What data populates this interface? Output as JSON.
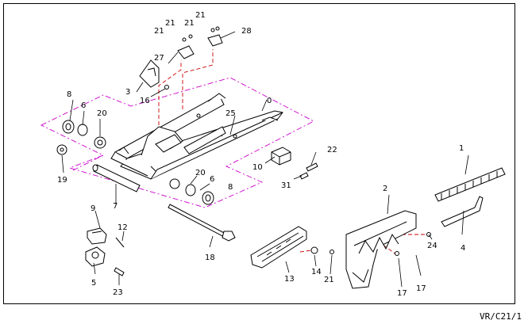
{
  "diagram": {
    "reference_code": "VR/C21/1",
    "part_labels": {
      "p0": "0",
      "p1": "1",
      "p2": "2",
      "p3": "3",
      "p4": "4",
      "p5": "5",
      "p6a": "6",
      "p6b": "6",
      "p7": "7",
      "p8a": "8",
      "p8b": "8",
      "p9": "9",
      "p10": "10",
      "p12": "12",
      "p13": "13",
      "p14": "14",
      "p16": "16",
      "p17a": "17",
      "p17b": "17",
      "p18": "18",
      "p19": "19",
      "p20a": "20",
      "p20b": "20",
      "p21a": "21",
      "p21b": "21",
      "p21c": "21",
      "p21d": "21",
      "p22": "22",
      "p23": "23",
      "p24": "24",
      "p25": "25",
      "p27": "27",
      "p28": "28",
      "p31": "31"
    },
    "colors": {
      "line": "#000000",
      "group_outline": "#cc00cc",
      "callout": "#cc0000"
    }
  }
}
